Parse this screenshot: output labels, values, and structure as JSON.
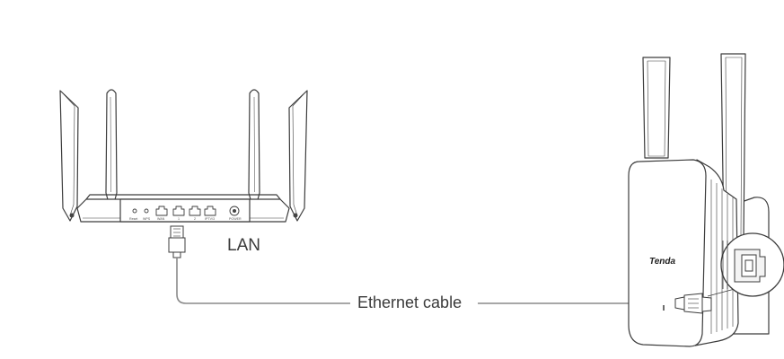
{
  "labels": {
    "lan": "LAN",
    "ethernet_cable": "Ethernet cable"
  },
  "router": {
    "port_labels": [
      "Reset",
      "WPS",
      "WAN",
      "1",
      "2",
      "IPTV/3",
      "POWER"
    ]
  },
  "extender": {
    "brand": "Tenda"
  },
  "colors": {
    "line": "#3c3c3c",
    "cable": "#8a8a8a",
    "fill_light": "#f7f7f7"
  }
}
